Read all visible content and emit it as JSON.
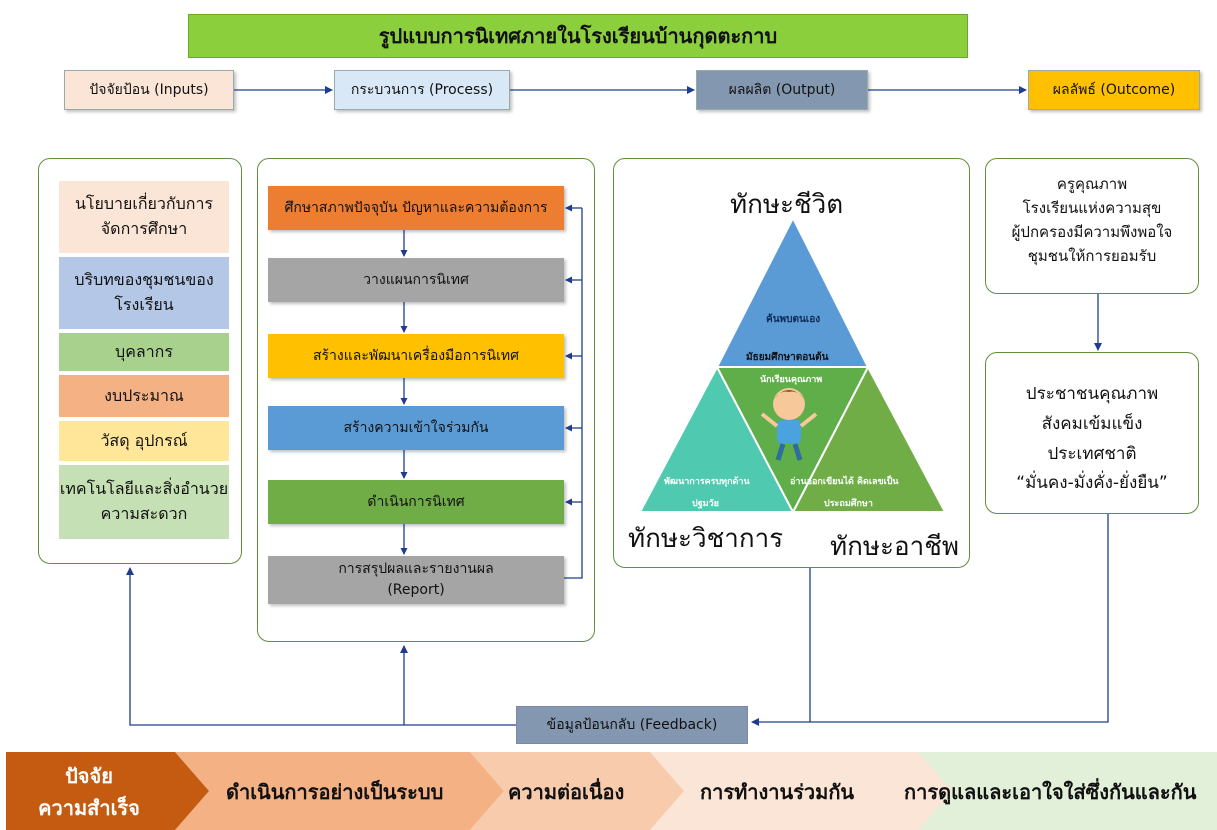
{
  "title": "รูปแบบการนิเทศภายในโรงเรียนบ้านกุดตะกาบ",
  "headers": {
    "inputs": "ปัจจัยป้อน (Inputs)",
    "process": "กระบวนการ (Process)",
    "output": "ผลผลิต (Output)",
    "outcome": "ผลลัพธ์ (Outcome)"
  },
  "inputs": [
    "นโยบายเกี่ยวกับการจัดการศึกษา",
    "บริบทของชุมชนของโรงเรียน",
    "บุคลากร",
    "งบประมาณ",
    "วัสดุ อุปกรณ์",
    "เทคโนโลยีและสิ่งอำนวยความสะดวก"
  ],
  "process_steps": [
    "ศึกษาสภาพปัจจุบัน ปัญหาและความต้องการ",
    "วางแผนการนิเทศ",
    "สร้างและพัฒนาเครื่องมือการนิเทศ",
    "สร้างความเข้าใจร่วมกัน",
    "ดำเนินการนิเทศ",
    "การสรุปผลและรายงานผล",
    "(Report)"
  ],
  "output": {
    "skill_life": "ทักษะชีวิต",
    "skill_academic": "ทักษะวิชาการ",
    "skill_career": "ทักษะอาชีพ",
    "tri_top": "ค้นพบตนเอง",
    "tri_top_level": "มัธยมศึกษาตอนต้น",
    "tri_center": "นักเรียนคุณภาพ",
    "tri_left": "พัฒนาการครบทุกด้าน",
    "tri_left_level": "ปฐมวัย",
    "tri_right": "อ่านออกเขียนได้ คิดเลขเป็น",
    "tri_right_level": "ประถมศึกษา"
  },
  "outcome_box1": [
    "ครูคุณภาพ",
    "โรงเรียนแห่งความสุข",
    "ผู้ปกครองมีความพึงพอใจ",
    "ชุมชนให้การยอมรับ"
  ],
  "outcome_box2": [
    "ประชาชนคุณภาพ",
    "สังคมเข้มแข็ง",
    "ประเทศชาติ",
    "“มั่นคง-มั่งคั่ง-ยั่งยืน”"
  ],
  "feedback": "ข้อมูลป้อนกลับ (Feedback)",
  "success_factors": {
    "label_line1": "ปัจจัย",
    "label_line2": "ความสำเร็จ",
    "items": [
      "ดำเนินการอย่างเป็นระบบ",
      "ความต่อเนื่อง",
      "การทำงานร่วมกัน",
      "การดูแลและเอาใจใส่ซึ่งกันและกัน"
    ]
  },
  "colors": {
    "title_green": "#8ccf3d",
    "inputs_header": "#fbe5d6",
    "process_header": "#d9e8f7",
    "output_header": "#8497b0",
    "outcome_header": "#ffc000",
    "orange_step": "#ed7d31",
    "gray_step": "#a5a5a5",
    "yellow_step": "#ffc000",
    "blue_step": "#5b9bd5",
    "green_step": "#70ad47",
    "arrow": "#1f3d8f"
  }
}
